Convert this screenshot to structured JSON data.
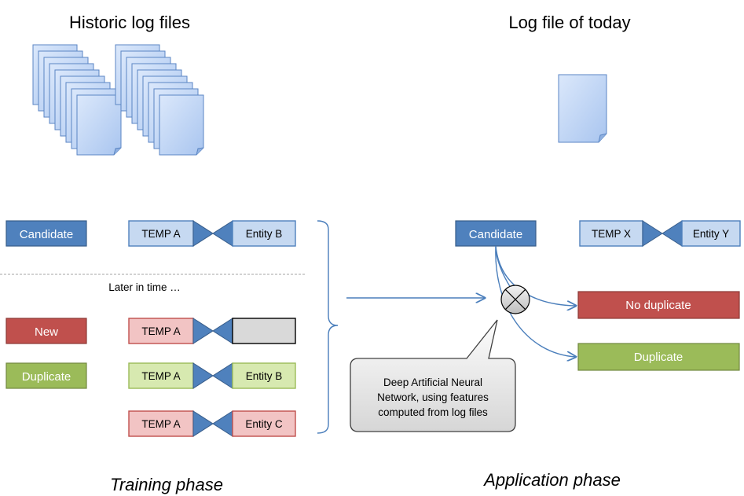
{
  "headings": {
    "historic": "Historic log files",
    "today": "Log file of today"
  },
  "training": {
    "candidate_label": "Candidate",
    "new_label": "New",
    "duplicate_label": "Duplicate",
    "later_note": "Later in time …",
    "pairs": {
      "candidate": {
        "left": "TEMP A",
        "right": "Entity B"
      },
      "new": {
        "left": "TEMP A",
        "right": ""
      },
      "duplicate": {
        "left": "TEMP A",
        "right": "Entity B"
      },
      "other": {
        "left": "TEMP A",
        "right": "Entity C"
      }
    },
    "phase": "Training phase"
  },
  "application": {
    "candidate_label": "Candidate",
    "pair": {
      "left": "TEMP X",
      "right": "Entity Y"
    },
    "no_duplicate": "No duplicate",
    "duplicate": "Duplicate",
    "callout": [
      "Deep Artificial Neural",
      "Network, using features",
      "computed from log files"
    ],
    "phase": "Application phase"
  },
  "colors": {
    "blue_fill": "#4F81BD",
    "light_blue_fill": "#C6D9F1",
    "red_fill": "#C0504D",
    "light_red_fill": "#F2C4C4",
    "green_fill": "#9BBB59",
    "light_green_fill": "#D7E9B0",
    "gray_fill": "#D9D9D9",
    "doc_blue": "#B9D1F3",
    "connector": "#4A7EBB"
  }
}
